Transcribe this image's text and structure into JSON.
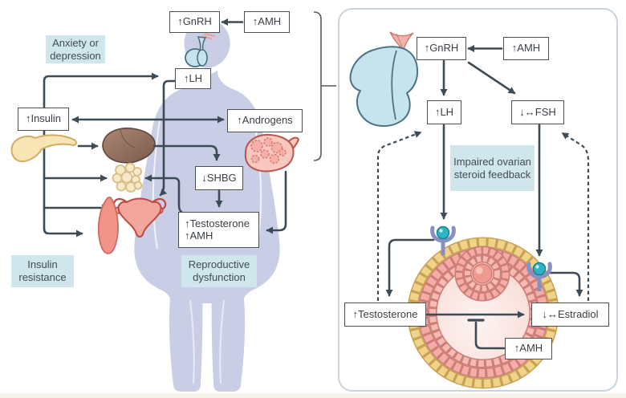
{
  "colors": {
    "arrow": "#3d4b57",
    "boxBorder": "#4f4f4f",
    "tagBlue": "#cfe6ec",
    "bodyFill": "#c9cee6",
    "panelBorder": "#c9d3de",
    "textDark": "#3a3f45",
    "follicleTheca": "#f1d289",
    "follicleGranulosa": "#f4aca7",
    "receptorPurple": "#8890c2",
    "receptorBall": "#2eb4c5"
  },
  "left_panel": {
    "tags": {
      "anxiety": "Anxiety or depression",
      "insulin_resistance": "Insulin resistance",
      "reproductive_dysfunction": "Reproductive dysfunction"
    },
    "boxes": {
      "gnrh": "↑GnRH",
      "amh": "↑AMH",
      "lh": "↑LH",
      "insulin": "↑Insulin",
      "androgens": "↑Androgens",
      "shbg": "↓SHBG",
      "testosterone_amh_line1": "↑Testosterone",
      "testosterone_amh_line2": "↑AMH"
    }
  },
  "right_panel": {
    "boxes": {
      "gnrh": "↑GnRH",
      "amh": "↑AMH",
      "lh": "↑LH",
      "fsh": "↓↔FSH",
      "testosterone": "↑Testosterone",
      "estradiol": "↓↔Estradiol",
      "amh_bottom": "↑AMH"
    },
    "impaired_tag": "Impaired ovarian steroid feedback"
  }
}
